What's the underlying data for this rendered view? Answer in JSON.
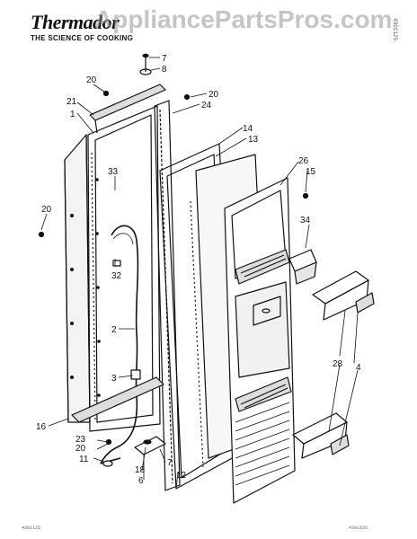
{
  "brand": {
    "name": "Thermador",
    "tagline": "THE SCIENCE OF COOKING"
  },
  "watermark": "AppliancePartsPros.com",
  "side_code": "4301125",
  "footer_left": "4301125",
  "footer_right": "4301125",
  "callouts": [
    {
      "id": "c7a",
      "label": "7"
    },
    {
      "id": "c8",
      "label": "8"
    },
    {
      "id": "c20a",
      "label": "20"
    },
    {
      "id": "c20b",
      "label": "20"
    },
    {
      "id": "c21",
      "label": "21"
    },
    {
      "id": "c1",
      "label": "1"
    },
    {
      "id": "c24",
      "label": "24"
    },
    {
      "id": "c14",
      "label": "14"
    },
    {
      "id": "c13",
      "label": "13"
    },
    {
      "id": "c33",
      "label": "33"
    },
    {
      "id": "c26",
      "label": "26"
    },
    {
      "id": "c15",
      "label": "15"
    },
    {
      "id": "c20c",
      "label": "20"
    },
    {
      "id": "c34",
      "label": "34"
    },
    {
      "id": "c32",
      "label": "32"
    },
    {
      "id": "c2",
      "label": "2"
    },
    {
      "id": "c3",
      "label": "3"
    },
    {
      "id": "c28",
      "label": "28"
    },
    {
      "id": "c4",
      "label": "4"
    },
    {
      "id": "c16",
      "label": "16"
    },
    {
      "id": "c23",
      "label": "23"
    },
    {
      "id": "c20d",
      "label": "20"
    },
    {
      "id": "c11",
      "label": "11"
    },
    {
      "id": "c18",
      "label": "18"
    },
    {
      "id": "c6",
      "label": "6"
    },
    {
      "id": "c7b",
      "label": "7"
    },
    {
      "id": "c12",
      "label": "12"
    }
  ]
}
